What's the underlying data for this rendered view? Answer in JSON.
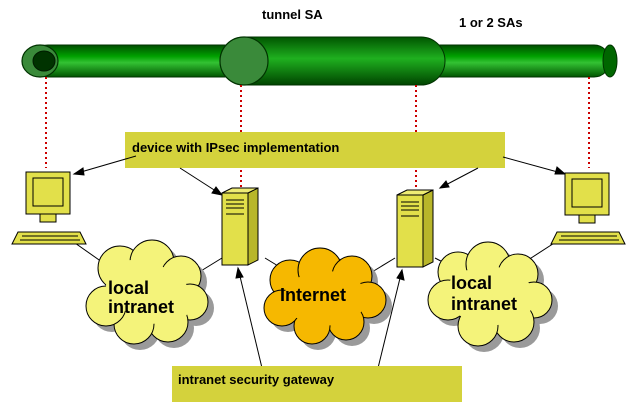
{
  "labels": {
    "tunnel_sa": "tunnel SA",
    "sa_count": "1 or 2 SAs",
    "ipsec_device": "device with IPsec implementation",
    "local_intranet_left": [
      "local",
      "intranet"
    ],
    "internet": "Internet",
    "local_intranet_right": [
      "local",
      "intranet"
    ],
    "security_gateway": "intranet security gateway"
  },
  "colors": {
    "tube_dark": "#006600",
    "tube_mid": "#00a000",
    "tube_light": "#33cc33",
    "label_box": "#d4d23c",
    "equipment": "#e2e04a",
    "cloud_intranet": "#f4f37a",
    "cloud_internet": "#f6b800",
    "cloud_shadow": "#9a9a9a",
    "dotted_line": "#cc0000"
  },
  "icons": {
    "left_computer": "desktop-computer-icon",
    "left_server": "server-tower-icon",
    "right_server": "server-tower-icon",
    "right_computer": "desktop-computer-icon"
  }
}
